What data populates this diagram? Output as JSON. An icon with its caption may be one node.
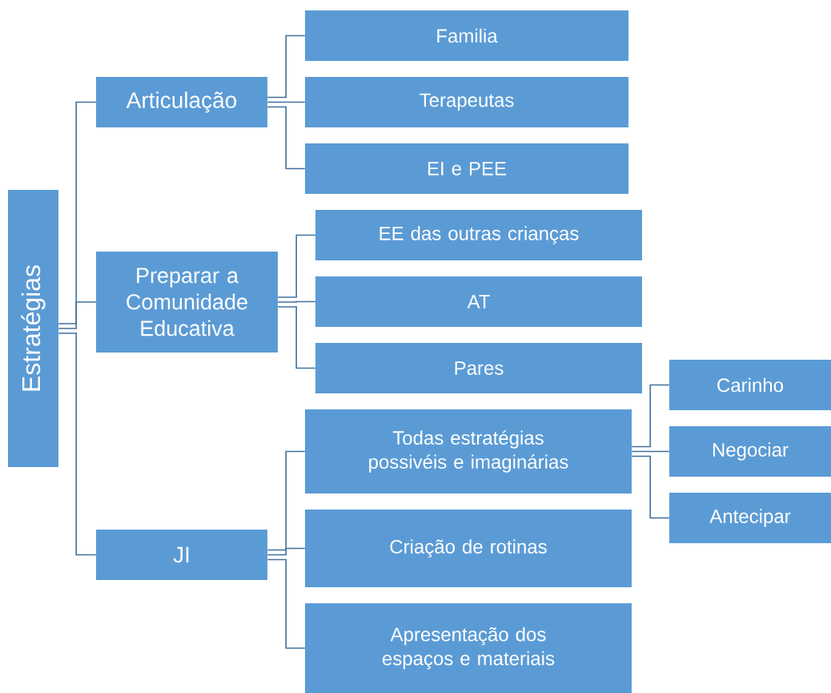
{
  "diagram": {
    "nodes": [
      {
        "text": [
          "Estratégias"
        ]
      },
      {
        "text": [
          "Articulação"
        ]
      },
      {
        "text": [
          "Preparar a Comunidade Educativa"
        ]
      },
      {
        "text": [
          "JI"
        ]
      },
      {
        "text": [
          "Familia"
        ]
      },
      {
        "text": [
          "Terapeutas"
        ]
      },
      {
        "text": [
          "EI e PEE"
        ]
      },
      {
        "text": [
          "EE das outras crianças"
        ]
      },
      {
        "text": [
          "AT"
        ]
      },
      {
        "text": [
          "Pares"
        ]
      },
      {
        "text": [
          "Todas estratégias possivéis e imaginárias"
        ]
      },
      {
        "text": [
          "Criação de rotinas"
        ]
      },
      {
        "text": [
          "Apresentação dos espaços e materiais"
        ]
      },
      {
        "text": [
          "Carinho"
        ]
      },
      {
        "text": [
          "Negociar"
        ]
      },
      {
        "text": [
          "Antecipar"
        ]
      }
    ],
    "edges": [
      {
        "from": 0,
        "to": 1,
        "arrow": "none"
      },
      {
        "from": 0,
        "to": 2,
        "arrow": "none"
      },
      {
        "from": 0,
        "to": 3,
        "arrow": "none"
      },
      {
        "from": 1,
        "to": 4,
        "arrow": "none"
      },
      {
        "from": 1,
        "to": 5,
        "arrow": "none"
      },
      {
        "from": 1,
        "to": 6,
        "arrow": "none"
      },
      {
        "from": 2,
        "to": 7,
        "arrow": "none"
      },
      {
        "from": 2,
        "to": 8,
        "arrow": "none"
      },
      {
        "from": 2,
        "to": 9,
        "arrow": "none"
      },
      {
        "from": 3,
        "to": 10,
        "arrow": "none"
      },
      {
        "from": 3,
        "to": 11,
        "arrow": "none"
      },
      {
        "from": 3,
        "to": 12,
        "arrow": "none"
      },
      {
        "from": 10,
        "to": 13,
        "arrow": "none"
      },
      {
        "from": 10,
        "to": 14,
        "arrow": "none"
      },
      {
        "from": 10,
        "to": 15,
        "arrow": "none"
      }
    ]
  }
}
